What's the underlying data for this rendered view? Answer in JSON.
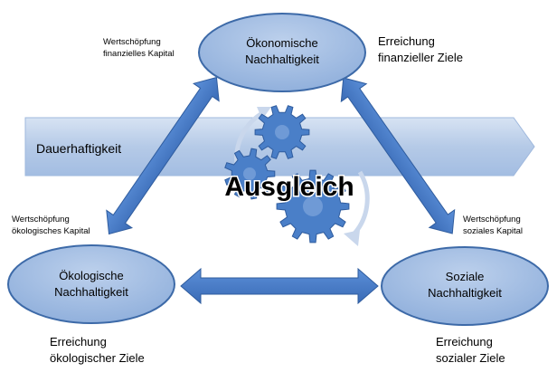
{
  "nodes": {
    "economic": {
      "line1": "Ökonomische",
      "line2": "Nachhaltigkeit",
      "value_creation_line1": "Wertschöpfung",
      "value_creation_line2": "finanzielles Kapital",
      "goal_line1": "Erreichung",
      "goal_line2": "finanzieller Ziele"
    },
    "ecological": {
      "line1": "Ökologische",
      "line2": "Nachhaltigkeit",
      "value_creation_line1": "Wertschöpfung",
      "value_creation_line2": "ökologisches Kapital",
      "goal_line1": "Erreichung",
      "goal_line2": "ökologischer Ziele"
    },
    "social": {
      "line1": "Soziale",
      "line2": "Nachhaltigkeit",
      "value_creation_line1": "Wertschöpfung",
      "value_creation_line2": "soziales Kapital",
      "goal_line1": "Erreichung",
      "goal_line2": "sozialer Ziele"
    }
  },
  "band": {
    "label": "Dauerhaftigkeit"
  },
  "center": {
    "label": "Ausgleich"
  },
  "colors": {
    "ellipse_fill": "#9ab5dc",
    "ellipse_stroke": "#3d6aa8",
    "arrow_fill": "#4477c4",
    "band_fill": "#b9cde8",
    "gear_fill": "#4a7fc8"
  }
}
